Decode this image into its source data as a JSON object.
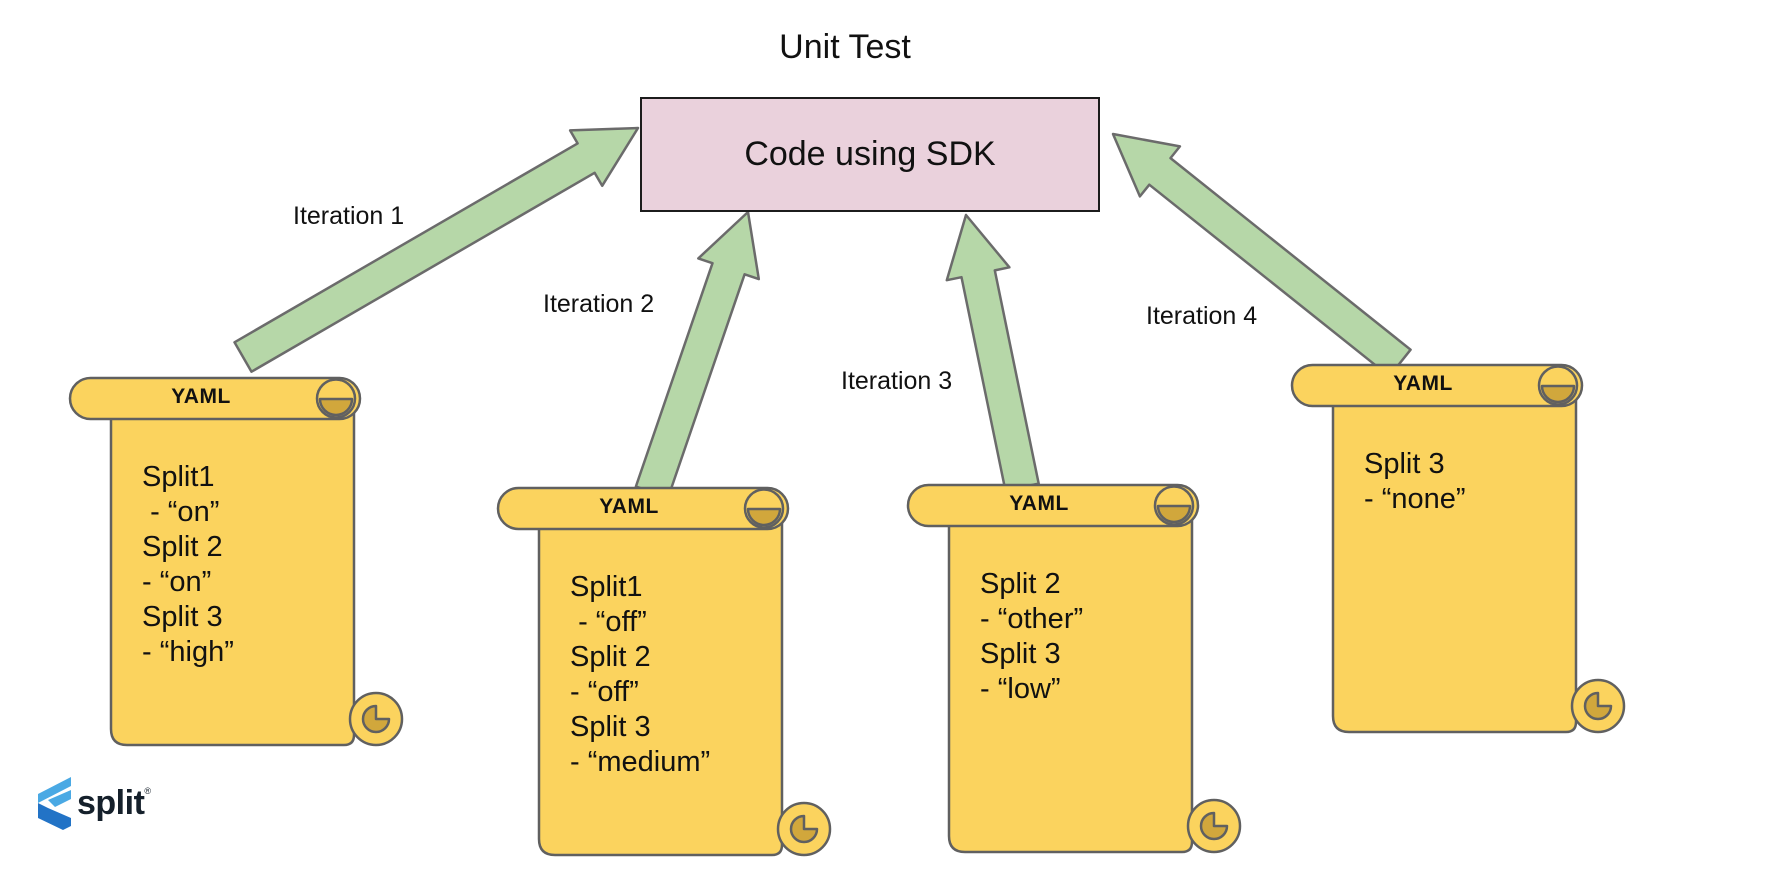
{
  "title": "Unit Test",
  "sdk_box": {
    "label": "Code using SDK"
  },
  "iterations": [
    "Iteration 1",
    "Iteration 2",
    "Iteration 3",
    "Iteration 4"
  ],
  "scrolls": [
    {
      "header": "YAML",
      "content": "Split1\n - “on”\nSplit 2\n- “on”\nSplit 3\n- “high”"
    },
    {
      "header": "YAML",
      "content": "Split1\n - “off”\nSplit 2\n- “off”\nSplit 3\n- “medium”"
    },
    {
      "header": "YAML",
      "content": "Split 2\n- “other”\nSplit 3\n- “low”"
    },
    {
      "header": "YAML",
      "content": "Split 3\n- “none”"
    }
  ],
  "logo": {
    "text": "split",
    "mark": "®"
  },
  "icons": {
    "scroll": "yaml-scroll-icon",
    "arrow": "green-arrow-icon",
    "logo": "split-logo-icon"
  },
  "colors": {
    "box_fill": "#EAD1DC",
    "box_border": "#1c1c1c",
    "arrow_fill": "#B6D7A8",
    "arrow_stroke": "#6b6b6b",
    "scroll_fill": "#FBD35E",
    "scroll_curl_dark": "#D1A73C",
    "scroll_stroke": "#606060",
    "logo_light_blue": "#4AA9E4",
    "logo_dark_blue": "#2273C6",
    "text": "#111111"
  }
}
